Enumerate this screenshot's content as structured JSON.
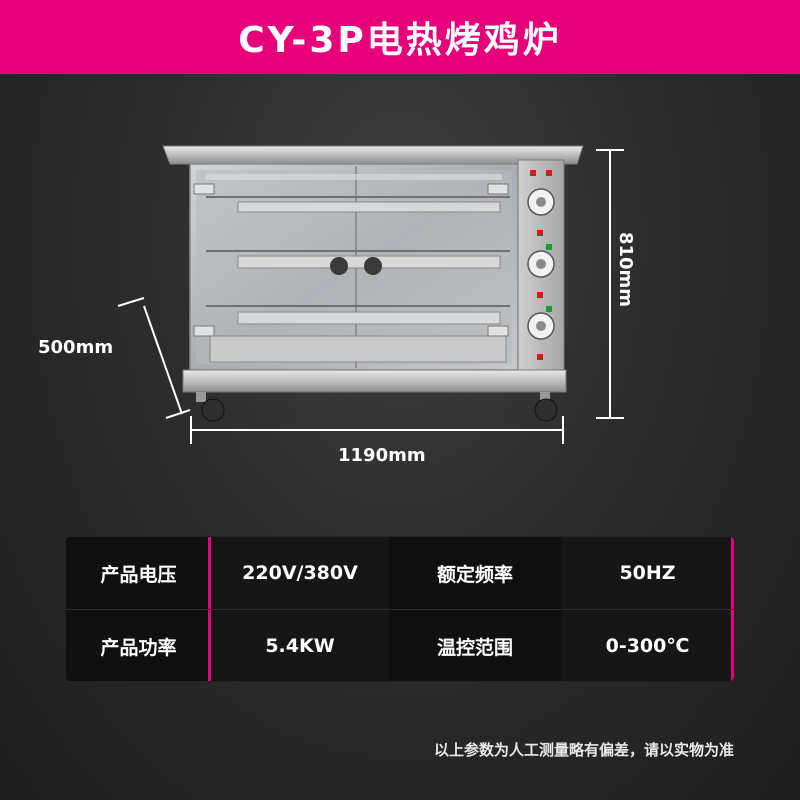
{
  "header": {
    "title": "CY-3P电热烤鸡炉"
  },
  "dimensions": {
    "depth": "500mm",
    "height": "810mm",
    "width": "1190mm"
  },
  "specs": {
    "rows": [
      {
        "label_a": "产品电压",
        "value_a": "220V/380V",
        "label_b": "额定频率",
        "value_b": "50HZ"
      },
      {
        "label_a": "产品功率",
        "value_a": "5.4KW",
        "label_b": "温控范围",
        "value_b": "0-300℃"
      }
    ]
  },
  "footnote": "以上参数为人工测量略有偏差，请以实物为准",
  "colors": {
    "accent": "#e6007a",
    "background": "#2c2c2c",
    "table": "#101010"
  }
}
